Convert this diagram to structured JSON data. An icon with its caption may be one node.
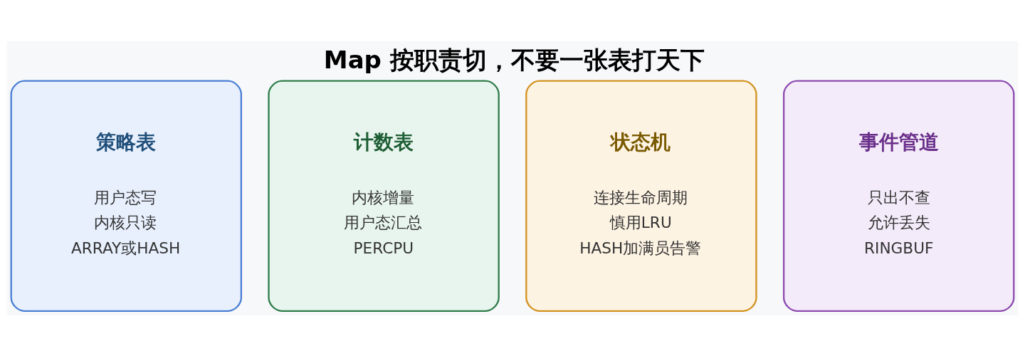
{
  "diagram": {
    "title": "Map 按职责切，不要一张表打天下",
    "nodes": [
      {
        "text": [
          "策略表",
          "用户态写",
          "内核只读",
          "ARRAY或HASH"
        ]
      },
      {
        "text": [
          "计数表",
          "内核增量",
          "用户态汇总",
          "PERCPU"
        ]
      },
      {
        "text": [
          "状态机",
          "连接生命周期",
          "慎用LRU",
          "HASH加满员告警"
        ]
      },
      {
        "text": [
          "事件管道",
          "只出不查",
          "允许丢失",
          "RINGBUF"
        ]
      }
    ]
  }
}
